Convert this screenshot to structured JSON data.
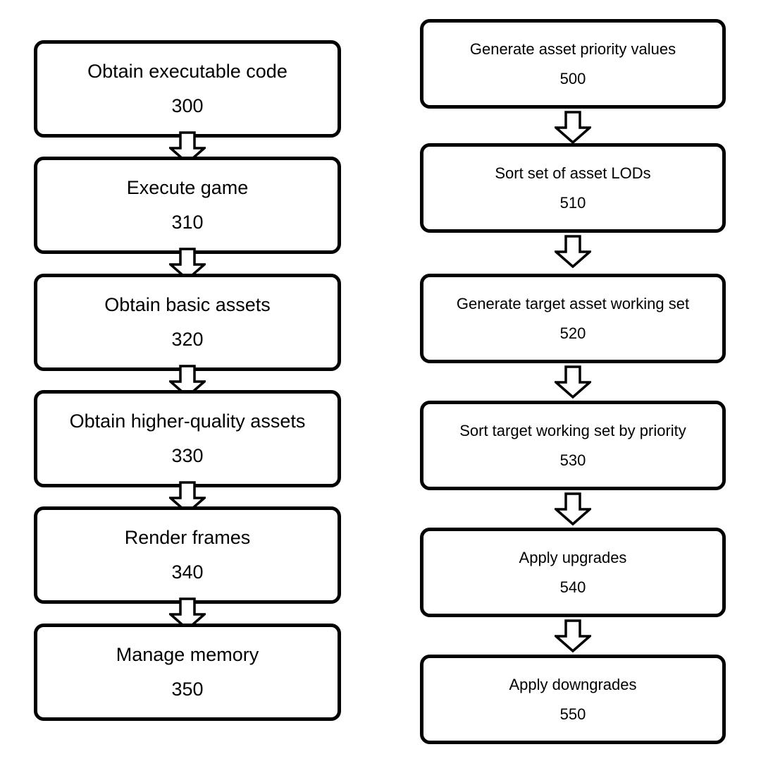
{
  "diagram": {
    "type": "flowchart",
    "orientation": "two-column vertical flow",
    "arrow_icon_name": "down-block-arrow-icon",
    "stroke_color": "#000000",
    "fill_color": "#ffffff",
    "background_color": "#ffffff"
  },
  "columns": [
    {
      "id": "left",
      "nodes": [
        {
          "label": "Obtain executable code",
          "ref": "300"
        },
        {
          "label": "Execute game",
          "ref": "310"
        },
        {
          "label": "Obtain basic assets",
          "ref": "320"
        },
        {
          "label": "Obtain higher-quality assets",
          "ref": "330"
        },
        {
          "label": "Render frames",
          "ref": "340"
        },
        {
          "label": "Manage memory",
          "ref": "350"
        }
      ]
    },
    {
      "id": "right",
      "nodes": [
        {
          "label": "Generate asset priority values",
          "ref": "500"
        },
        {
          "label": "Sort set of asset LODs",
          "ref": "510"
        },
        {
          "label": "Generate target asset working set",
          "ref": "520"
        },
        {
          "label": "Sort target working set by priority",
          "ref": "530"
        },
        {
          "label": "Apply upgrades",
          "ref": "540"
        },
        {
          "label": "Apply downgrades",
          "ref": "550"
        }
      ]
    }
  ]
}
